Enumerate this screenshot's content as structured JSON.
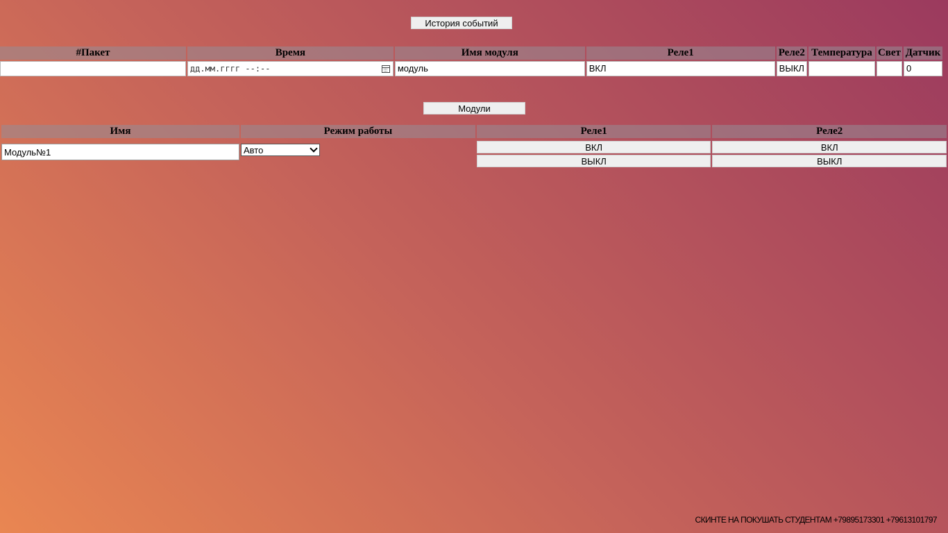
{
  "history": {
    "button_label": "История событий",
    "headers": {
      "packet": "#Пакет",
      "time": "Время",
      "module_name": "Имя модуля",
      "relay1": "Реле1",
      "relay2": "Реле2",
      "temperature": "Температура",
      "light": "Свет",
      "sensor": "Датчик"
    },
    "row": {
      "packet": "",
      "time_placeholder": "дд.мм.гггг --:--",
      "module_name": "модуль",
      "relay1": "ВКЛ",
      "relay2": "ВЫКЛ",
      "temperature": "",
      "light": "",
      "sensor": "0"
    },
    "calendar_icon": "calendar-icon"
  },
  "modules": {
    "button_label": "Модули",
    "headers": {
      "name": "Имя",
      "mode": "Режим работы",
      "relay1": "Реле1",
      "relay2": "Реле2"
    },
    "row": {
      "name_value": "Модуль№1",
      "mode_selected": "Авто",
      "relay1_on": "ВКЛ",
      "relay1_off": "ВЫКЛ",
      "relay2_on": "ВКЛ",
      "relay2_off": "ВЫКЛ"
    }
  },
  "footer": {
    "text": "СКИНТЕ НА ПОКУШАТЬ СТУДЕНТАМ +79895173301 +79613101797"
  },
  "colors": {
    "background_start": "#e98652",
    "background_end": "#9b3a5e",
    "header_cell": "#9c8b93"
  }
}
